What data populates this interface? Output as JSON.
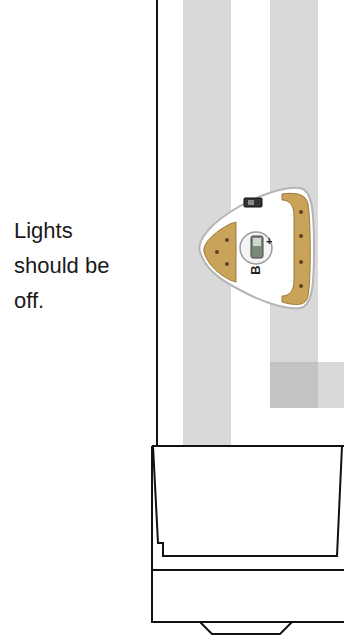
{
  "diagram": {
    "labels": [
      "Lights should be off.",
      "B",
      "+"
    ]
  }
}
